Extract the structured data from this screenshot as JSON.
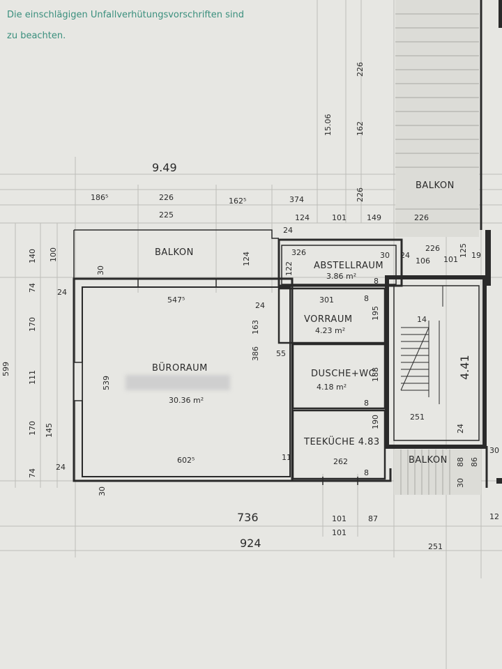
{
  "note": {
    "line1": "Die einschlägigen Unfallverhütungsvorschriften sind",
    "line2": "zu beachten."
  },
  "rooms": {
    "balkon_left": "BALKON",
    "balkon_top_right": "BALKON",
    "balkon_bottom_right": "BALKON",
    "buroraum": "BÜRORAUM",
    "buroraum_area": "30.36 m²",
    "abstellraum": "ABSTELLRAUM",
    "abstellraum_area": "3.86 m²",
    "vorraum": "VORRAUM",
    "vorraum_area": "4.23 m²",
    "dusche": "DUSCHE+WC",
    "dusche_area": "4.18 m²",
    "teekueche": "TEEKÜCHE 4.83"
  },
  "dims": {
    "top_total": "9.49",
    "top_1": "186⁵",
    "top_2": "226",
    "top_2b": "225",
    "top_3": "162⁵",
    "top_4": "374",
    "top_5": "226",
    "row2_a": "124",
    "row2_b": "101",
    "row2_c": "149",
    "row2_d": "226",
    "right_vertical_1": "226",
    "right_vertical_2": "162",
    "right_vertical_3": "226",
    "right_total": "15.06",
    "left_1": "140",
    "left_1b": "100",
    "left_2": "74",
    "left_3": "170",
    "left_4": "111",
    "left_5": "170",
    "left_5b": "145",
    "left_6": "74",
    "left_total": "599",
    "wall_24a": "24",
    "wall_30a": "30",
    "wall_30b": "30",
    "wall_24b": "24",
    "inner_547": "547⁵",
    "inner_539": "539",
    "inner_602": "602⁵",
    "inner_386": "386",
    "inner_163": "163",
    "inner_55": "55",
    "inner_124": "124",
    "inner_24c": "24",
    "abst_326": "326",
    "abst_122": "122",
    "vor_301": "301",
    "vor_195": "195",
    "dus_188": "188",
    "tee_190": "190",
    "tee_262": "262",
    "stair_251": "251",
    "stair_441": "4.41",
    "stair_24": "24",
    "stair_14": "14",
    "r_226": "226",
    "r_106": "106",
    "r_101": "101",
    "r_125": "125",
    "r_30": "30",
    "r_19": "19",
    "bal_88": "88",
    "bal_86": "86",
    "bal_30": "30",
    "bot_736": "736",
    "bot_101a": "101",
    "bot_101b": "101",
    "bot_87": "87",
    "bot_924": "924",
    "bot_251": "251",
    "bot_12": "12",
    "r_30b": "30",
    "small_8a": "8",
    "small_8b": "8",
    "small_8c": "8",
    "small_8d": "8",
    "small_11": "11",
    "small_24d": "24",
    "small_24e": "24"
  },
  "colors": {
    "paper": "#e7e7e3",
    "ink": "#2a2a2a",
    "note_green": "#3a8f7d"
  }
}
